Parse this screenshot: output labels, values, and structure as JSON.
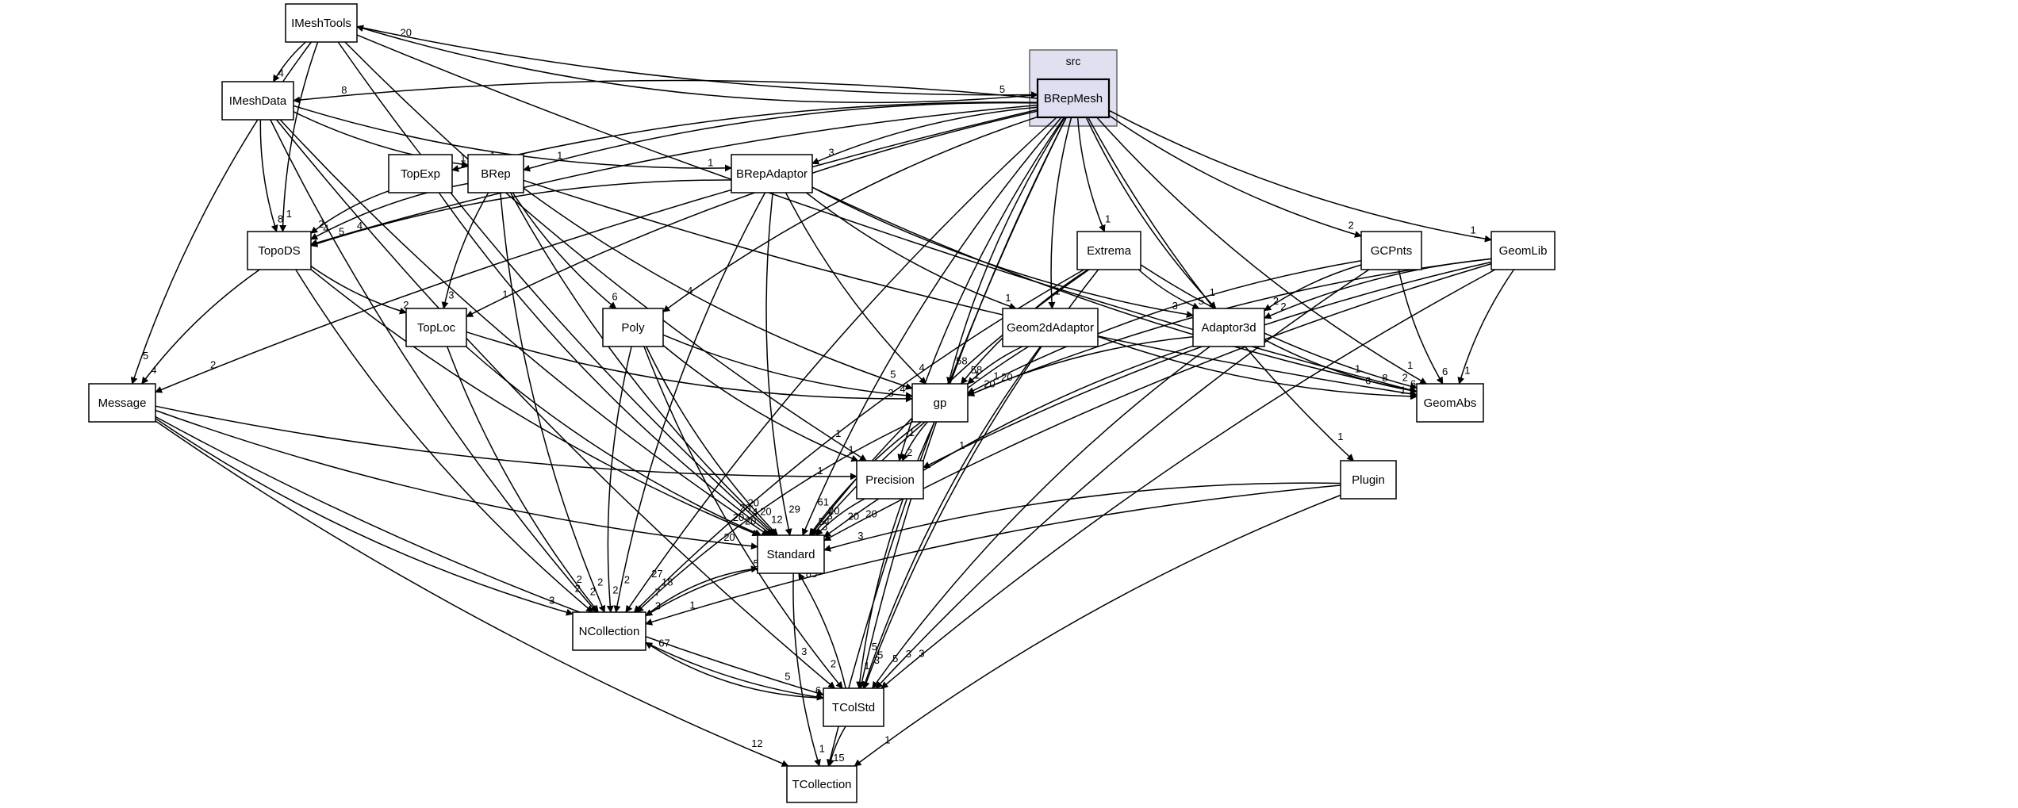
{
  "cluster": {
    "label": "src"
  },
  "nodes": {
    "IMeshTools": "IMeshTools",
    "IMeshData": "IMeshData",
    "BRepMesh": "BRepMesh",
    "TopExp": "TopExp",
    "BRep": "BRep",
    "BRepAdaptor": "BRepAdaptor",
    "TopoDS": "TopoDS",
    "Extrema": "Extrema",
    "GCPnts": "GCPnts",
    "GeomLib": "GeomLib",
    "TopLoc": "TopLoc",
    "Poly": "Poly",
    "Geom2dAdaptor": "Geom2dAdaptor",
    "Adaptor3d": "Adaptor3d",
    "Message": "Message",
    "gp": "gp",
    "GeomAbs": "GeomAbs",
    "Plugin": "Plugin",
    "Precision": "Precision",
    "Standard": "Standard",
    "NCollection": "NCollection",
    "TColStd": "TColStd",
    "TCollection": "TCollection"
  },
  "edges": [
    {
      "from": "IMeshTools",
      "to": "IMeshData",
      "label": "4"
    },
    {
      "from": "IMeshTools",
      "to": "TopoDS",
      "label": "1"
    },
    {
      "from": "IMeshTools",
      "to": "Message",
      "label": "5"
    },
    {
      "from": "IMeshTools",
      "to": "Standard",
      "label": "20"
    },
    {
      "from": "IMeshTools",
      "to": "Precision",
      "label": "1"
    },
    {
      "from": "IMeshTools",
      "to": "GeomAbs",
      "label": "1"
    },
    {
      "from": "IMeshTools",
      "to": "BRepMesh",
      "label": "5"
    },
    {
      "from": "IMeshData",
      "to": "TopoDS",
      "label": "8"
    },
    {
      "from": "IMeshData",
      "to": "BRep",
      "label": "1"
    },
    {
      "from": "IMeshData",
      "to": "BRepAdaptor",
      "label": "1"
    },
    {
      "from": "IMeshData",
      "to": "NCollection",
      "label": "2"
    },
    {
      "from": "IMeshData",
      "to": "TColStd",
      "label": "3"
    },
    {
      "from": "IMeshData",
      "to": "Standard",
      "label": "20"
    },
    {
      "from": "BRepMesh",
      "to": "IMeshTools",
      "label": "20"
    },
    {
      "from": "BRepMesh",
      "to": "IMeshData",
      "label": "8"
    },
    {
      "from": "BRepMesh",
      "to": "TopExp",
      "label": "1"
    },
    {
      "from": "BRepMesh",
      "to": "BRep",
      "label": "1"
    },
    {
      "from": "BRepMesh",
      "to": "BRepAdaptor",
      "label": "3"
    },
    {
      "from": "BRepMesh",
      "to": "TopoDS",
      "label": "4"
    },
    {
      "from": "BRepMesh",
      "to": "TopLoc",
      "label": "1"
    },
    {
      "from": "BRepMesh",
      "to": "Poly",
      "label": "4"
    },
    {
      "from": "BRepMesh",
      "to": "Message",
      "label": "2"
    },
    {
      "from": "BRepMesh",
      "to": "Extrema",
      "label": "1"
    },
    {
      "from": "BRepMesh",
      "to": "GCPnts",
      "label": "2"
    },
    {
      "from": "BRepMesh",
      "to": "GeomLib",
      "label": "1"
    },
    {
      "from": "BRepMesh",
      "to": "Geom2dAdaptor",
      "label": "1"
    },
    {
      "from": "BRepMesh",
      "to": "Adaptor3d",
      "label": "1"
    },
    {
      "from": "BRepMesh",
      "to": "gp",
      "label": "58"
    },
    {
      "from": "BRepMesh",
      "to": "GeomAbs",
      "label": "1"
    },
    {
      "from": "BRepMesh",
      "to": "Plugin",
      "label": "1"
    },
    {
      "from": "BRepMesh",
      "to": "Precision",
      "label": "1"
    },
    {
      "from": "BRepMesh",
      "to": "Standard",
      "label": "61"
    },
    {
      "from": "BRepMesh",
      "to": "NCollection",
      "label": "27"
    },
    {
      "from": "BRepMesh",
      "to": "TColStd",
      "label": "5"
    },
    {
      "from": "BRepMesh",
      "to": "TCollection",
      "label": "1"
    },
    {
      "from": "TopExp",
      "to": "TopoDS",
      "label": "2"
    },
    {
      "from": "TopExp",
      "to": "Standard",
      "label": "4"
    },
    {
      "from": "BRep",
      "to": "TopoDS",
      "label": "4"
    },
    {
      "from": "BRep",
      "to": "TopLoc",
      "label": "3"
    },
    {
      "from": "BRep",
      "to": "Poly",
      "label": "6"
    },
    {
      "from": "BRep",
      "to": "gp",
      "label": "5"
    },
    {
      "from": "BRep",
      "to": "GeomAbs",
      "label": "6"
    },
    {
      "from": "BRep",
      "to": "Standard",
      "label": "20"
    },
    {
      "from": "BRep",
      "to": "NCollection",
      "label": "2"
    },
    {
      "from": "BRepAdaptor",
      "to": "TopoDS",
      "label": "5"
    },
    {
      "from": "BRepAdaptor",
      "to": "Geom2dAdaptor",
      "label": "1"
    },
    {
      "from": "BRepAdaptor",
      "to": "Adaptor3d",
      "label": "3"
    },
    {
      "from": "BRepAdaptor",
      "to": "gp",
      "label": "4"
    },
    {
      "from": "BRepAdaptor",
      "to": "GeomAbs",
      "label": "8"
    },
    {
      "from": "BRepAdaptor",
      "to": "Standard",
      "label": "29"
    },
    {
      "from": "BRepAdaptor",
      "to": "NCollection",
      "label": "2"
    },
    {
      "from": "TopoDS",
      "to": "TopLoc",
      "label": "2"
    },
    {
      "from": "TopoDS",
      "to": "Message",
      "label": "4"
    },
    {
      "from": "TopoDS",
      "to": "Standard",
      "label": "20"
    },
    {
      "from": "TopoDS",
      "to": "NCollection",
      "label": "2"
    },
    {
      "from": "Extrema",
      "to": "Adaptor3d",
      "label": "5"
    },
    {
      "from": "Extrema",
      "to": "gp",
      "label": "58"
    },
    {
      "from": "Extrema",
      "to": "GeomAbs",
      "label": "2"
    },
    {
      "from": "Extrema",
      "to": "Standard",
      "label": "20"
    },
    {
      "from": "Extrema",
      "to": "NCollection",
      "label": "18"
    },
    {
      "from": "Extrema",
      "to": "TColStd",
      "label": "5"
    },
    {
      "from": "GCPnts",
      "to": "Adaptor3d",
      "label": "2"
    },
    {
      "from": "GCPnts",
      "to": "gp",
      "label": "1"
    },
    {
      "from": "GCPnts",
      "to": "GeomAbs",
      "label": "6"
    },
    {
      "from": "GCPnts",
      "to": "TColStd",
      "label": "3"
    },
    {
      "from": "GeomLib",
      "to": "Adaptor3d",
      "label": "2"
    },
    {
      "from": "GeomLib",
      "to": "gp",
      "label": "20"
    },
    {
      "from": "GeomLib",
      "to": "GeomAbs",
      "label": "1"
    },
    {
      "from": "GeomLib",
      "to": "Precision",
      "label": "1"
    },
    {
      "from": "GeomLib",
      "to": "Standard",
      "label": "20"
    },
    {
      "from": "GeomLib",
      "to": "TColStd",
      "label": "3"
    },
    {
      "from": "TopLoc",
      "to": "gp",
      "label": "3"
    },
    {
      "from": "TopLoc",
      "to": "Standard",
      "label": "20"
    },
    {
      "from": "TopLoc",
      "to": "NCollection",
      "label": "2"
    },
    {
      "from": "Poly",
      "to": "gp",
      "label": "4"
    },
    {
      "from": "Poly",
      "to": "Precision",
      "label": "1"
    },
    {
      "from": "Poly",
      "to": "Standard",
      "label": "12"
    },
    {
      "from": "Poly",
      "to": "NCollection",
      "label": "2"
    },
    {
      "from": "Poly",
      "to": "TColStd",
      "label": "2"
    },
    {
      "from": "Geom2dAdaptor",
      "to": "gp",
      "label": "1"
    },
    {
      "from": "Geom2dAdaptor",
      "to": "GeomAbs",
      "label": "1"
    },
    {
      "from": "Geom2dAdaptor",
      "to": "Standard",
      "label": "3"
    },
    {
      "from": "Geom2dAdaptor",
      "to": "TColStd",
      "label": "3"
    },
    {
      "from": "Adaptor3d",
      "to": "gp",
      "label": "20"
    },
    {
      "from": "Adaptor3d",
      "to": "GeomAbs",
      "label": "6"
    },
    {
      "from": "Adaptor3d",
      "to": "Standard",
      "label": "20"
    },
    {
      "from": "Adaptor3d",
      "to": "TColStd",
      "label": "5"
    },
    {
      "from": "Message",
      "to": "Precision",
      "label": "1"
    },
    {
      "from": "Message",
      "to": "Standard",
      "label": "20"
    },
    {
      "from": "Message",
      "to": "NCollection",
      "label": "3"
    },
    {
      "from": "Message",
      "to": "TColStd",
      "label": "5"
    },
    {
      "from": "Message",
      "to": "TCollection",
      "label": "12"
    },
    {
      "from": "gp",
      "to": "Precision",
      "label": "2"
    },
    {
      "from": "gp",
      "to": "Standard",
      "label": "54"
    },
    {
      "from": "gp",
      "to": "NCollection",
      "label": "7"
    },
    {
      "from": "gp",
      "to": "TColStd",
      "label": "1"
    },
    {
      "from": "Plugin",
      "to": "Standard",
      "label": "3"
    },
    {
      "from": "Plugin",
      "to": "NCollection",
      "label": "1"
    },
    {
      "from": "Plugin",
      "to": "TCollection",
      "label": "1"
    },
    {
      "from": "Precision",
      "to": "Standard",
      "label": "3"
    },
    {
      "from": "Standard",
      "to": "NCollection",
      "label": "3"
    },
    {
      "from": "Standard",
      "to": "TCollection",
      "label": "1"
    },
    {
      "from": "NCollection",
      "to": "Standard",
      "label": "53"
    },
    {
      "from": "NCollection",
      "to": "TColStd",
      "label": "6"
    },
    {
      "from": "TColStd",
      "to": "Standard",
      "label": "85"
    },
    {
      "from": "TColStd",
      "to": "NCollection",
      "label": "67"
    },
    {
      "from": "TColStd",
      "to": "TCollection",
      "label": "15"
    }
  ]
}
